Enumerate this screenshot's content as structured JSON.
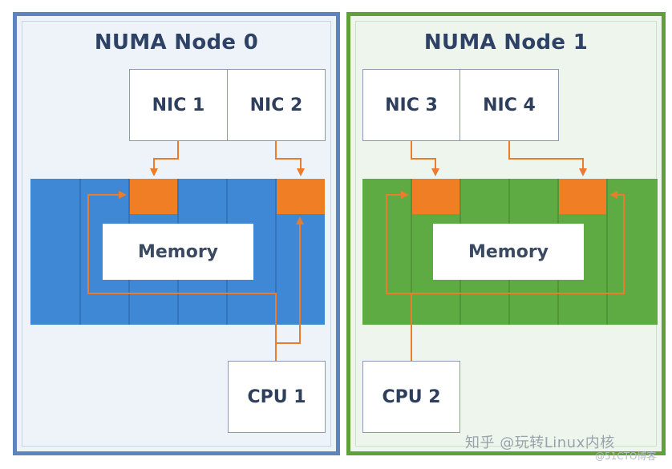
{
  "nodes": [
    {
      "title": "NUMA Node 0",
      "nics": [
        "NIC 1",
        "NIC 2"
      ],
      "memory_label": "Memory",
      "cpu_label": "CPU 1",
      "color": "#3f88d6"
    },
    {
      "title": "NUMA Node 1",
      "nics": [
        "NIC 3",
        "NIC 4"
      ],
      "memory_label": "Memory",
      "cpu_label": "CPU 2",
      "color": "#5fab43"
    }
  ],
  "colors": {
    "buffer": "#f07e25",
    "arrow": "#ea7d2c",
    "node0_border": "#5d84bf",
    "node1_border": "#5fa03b"
  },
  "watermark": {
    "text": "知乎 @玩转Linux内核",
    "sub": "@51CTO博客"
  }
}
